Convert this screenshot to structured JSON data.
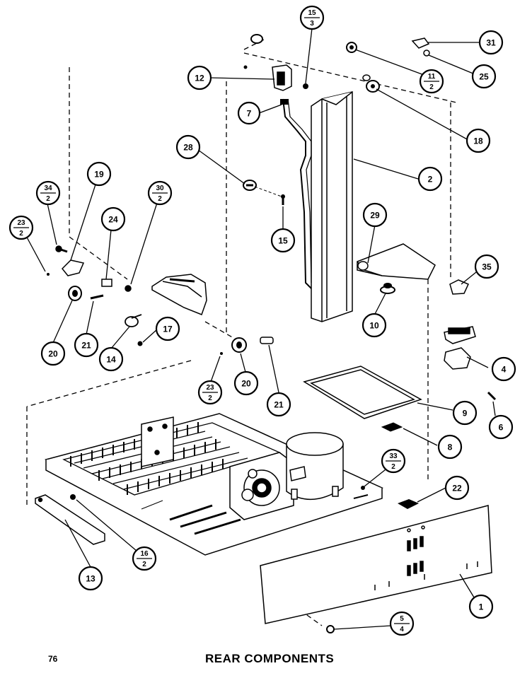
{
  "footer": {
    "page_number": "76",
    "title": "REAR COMPONENTS"
  },
  "callouts": [
    {
      "id": "c1",
      "label": "1"
    },
    {
      "id": "c2",
      "label": "2"
    },
    {
      "id": "c4",
      "label": "4"
    },
    {
      "id": "c5-4",
      "top": "5",
      "bottom": "4"
    },
    {
      "id": "c6",
      "label": "6"
    },
    {
      "id": "c7",
      "label": "7"
    },
    {
      "id": "c8",
      "label": "8"
    },
    {
      "id": "c9",
      "label": "9"
    },
    {
      "id": "c10",
      "label": "10"
    },
    {
      "id": "c11-2",
      "top": "11",
      "bottom": "2"
    },
    {
      "id": "c12",
      "label": "12"
    },
    {
      "id": "c13",
      "label": "13"
    },
    {
      "id": "c14",
      "label": "14"
    },
    {
      "id": "c15",
      "label": "15"
    },
    {
      "id": "c15-3",
      "top": "15",
      "bottom": "3"
    },
    {
      "id": "c16-2",
      "top": "16",
      "bottom": "2"
    },
    {
      "id": "c17",
      "label": "17"
    },
    {
      "id": "c18",
      "label": "18"
    },
    {
      "id": "c19",
      "label": "19"
    },
    {
      "id": "c20a",
      "label": "20"
    },
    {
      "id": "c20b",
      "label": "20"
    },
    {
      "id": "c21a",
      "label": "21"
    },
    {
      "id": "c21b",
      "label": "21"
    },
    {
      "id": "c22",
      "label": "22"
    },
    {
      "id": "c23-2a",
      "top": "23",
      "bottom": "2"
    },
    {
      "id": "c23-2b",
      "top": "23",
      "bottom": "2"
    },
    {
      "id": "c24",
      "label": "24"
    },
    {
      "id": "c25",
      "label": "25"
    },
    {
      "id": "c28",
      "label": "28"
    },
    {
      "id": "c29",
      "label": "29"
    },
    {
      "id": "c30-2",
      "top": "30",
      "bottom": "2"
    },
    {
      "id": "c31",
      "label": "31"
    },
    {
      "id": "c33-2",
      "top": "33",
      "bottom": "2"
    },
    {
      "id": "c34-2",
      "top": "34",
      "bottom": "2"
    },
    {
      "id": "c35",
      "label": "35"
    }
  ]
}
